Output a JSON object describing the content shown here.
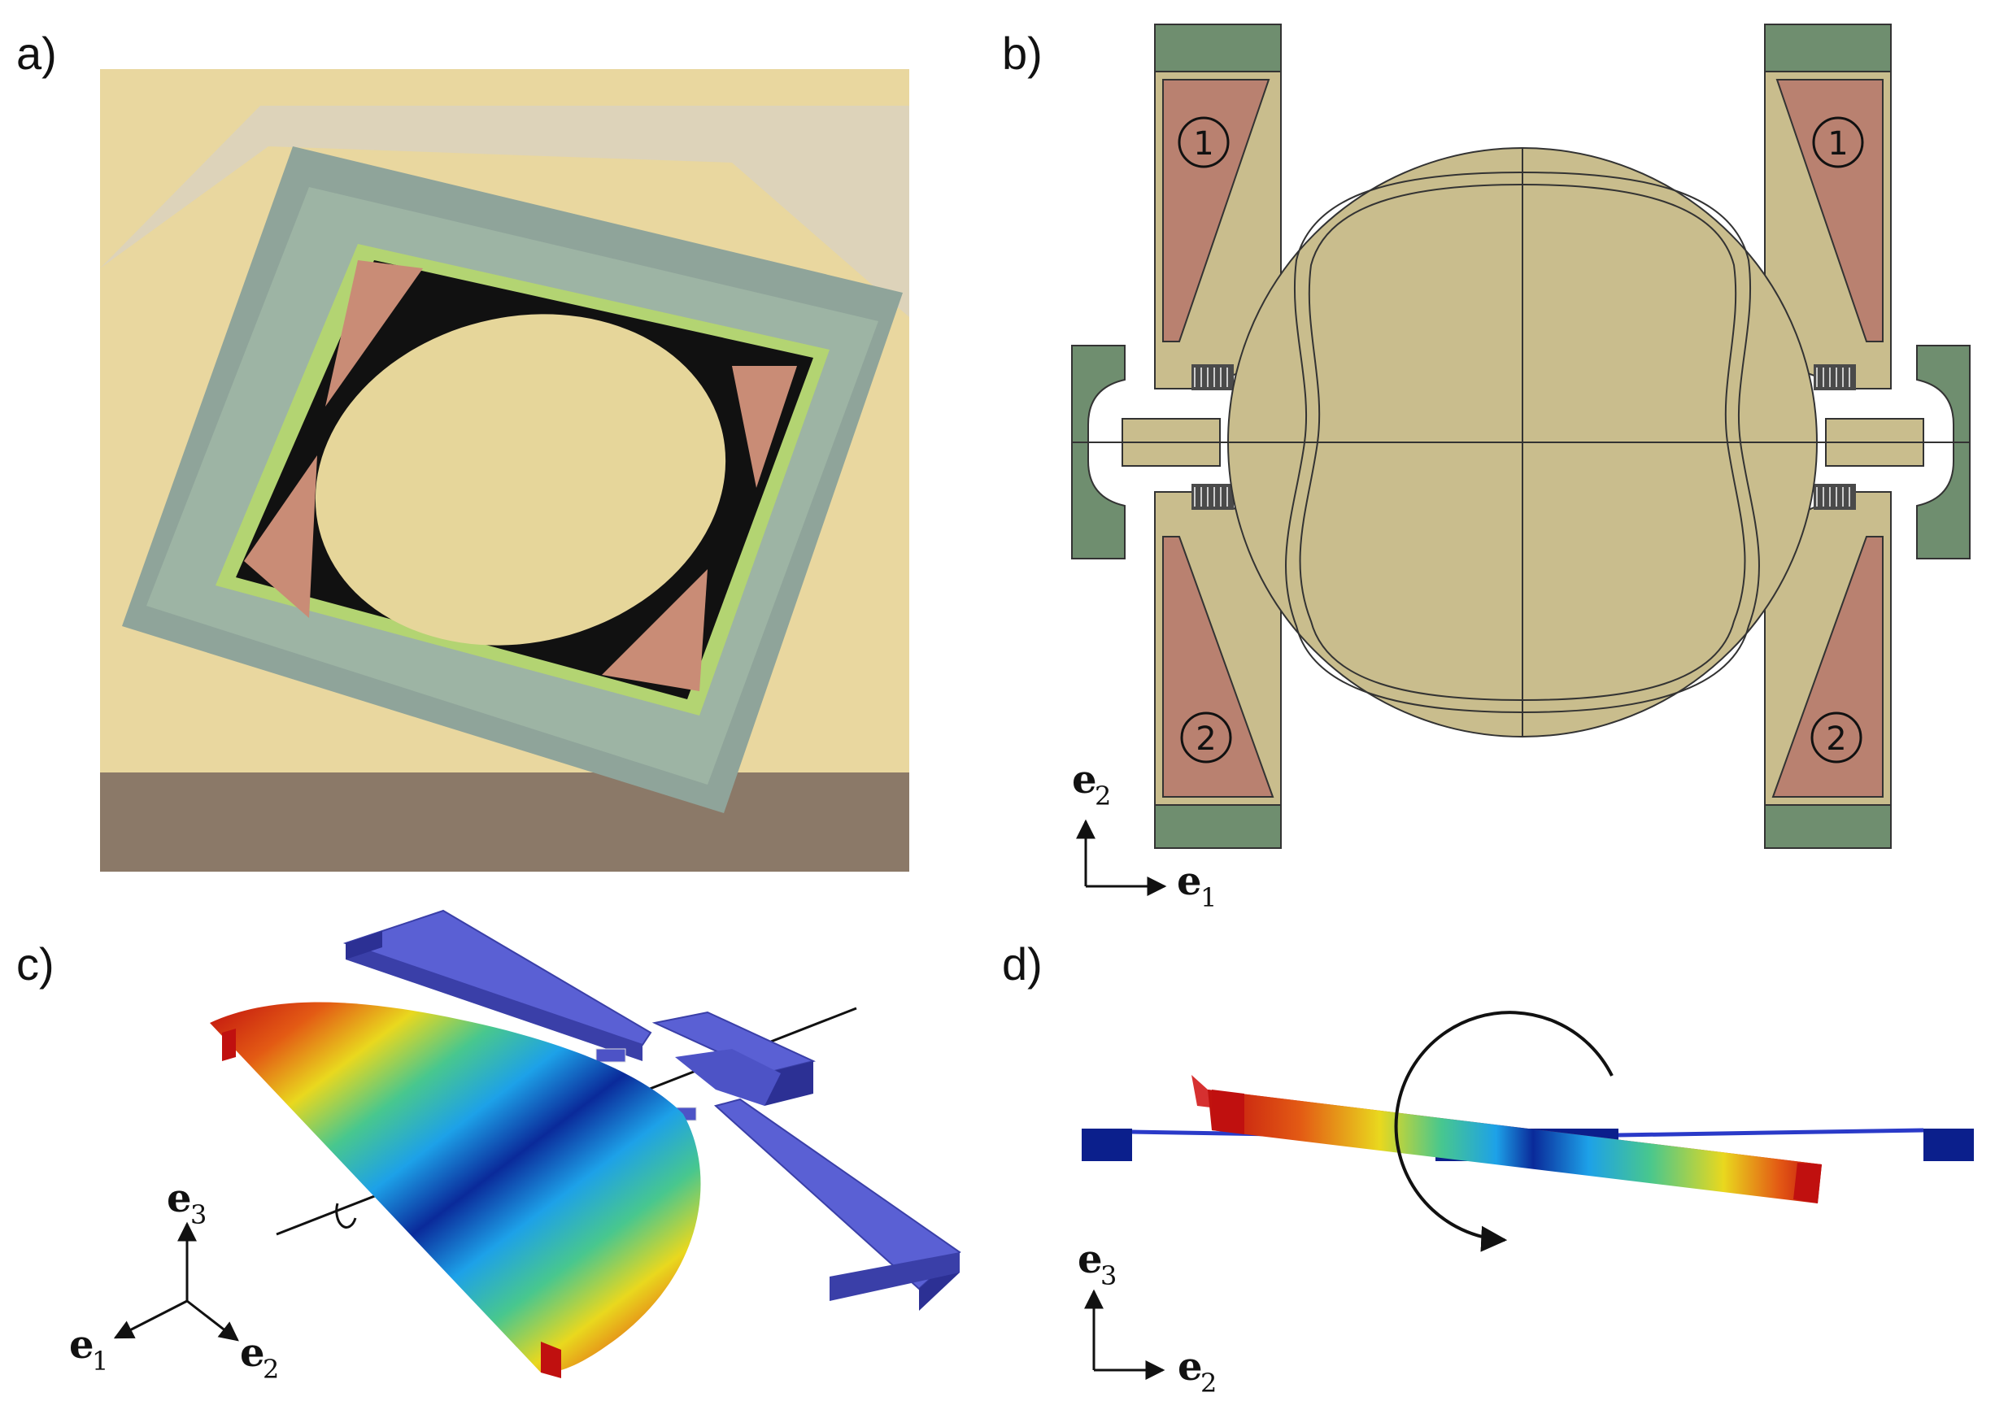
{
  "panels": {
    "a": {
      "label": "a)"
    },
    "b": {
      "label": "b)",
      "region_1": "1",
      "region_2": "2",
      "axes": {
        "vertical": "e",
        "vertical_sub": "2",
        "horizontal": "e",
        "horizontal_sub": "1"
      }
    },
    "c": {
      "label": "c)",
      "axes": {
        "up": "e",
        "up_sub": "3",
        "left": "e",
        "left_sub": "1",
        "right": "e",
        "right_sub": "2"
      }
    },
    "d": {
      "label": "d)",
      "axes": {
        "vertical": "e",
        "vertical_sub": "3",
        "horizontal": "e",
        "horizontal_sub": "2"
      }
    }
  },
  "colors": {
    "mirror": "#c9bd8d",
    "anchor": "#6f8e6f",
    "piezo": "#b98170",
    "device_blue": "#4d53c6",
    "background": "#ffffff"
  }
}
